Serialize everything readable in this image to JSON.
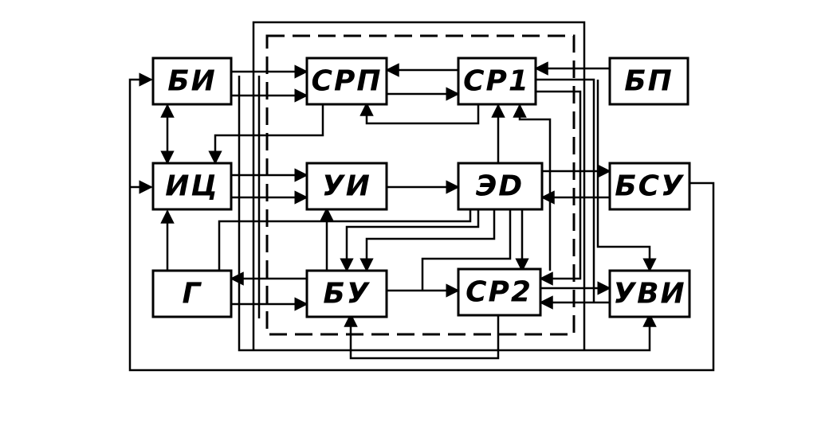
{
  "blocks": {
    "bi": "БИ",
    "srp": "СРП",
    "sr1": "СР1",
    "bp": "БП",
    "ic": "ИЦ",
    "ui": "УИ",
    "ed": "ЭD",
    "bsu": "БСУ",
    "g": "Г",
    "bu": "БУ",
    "sr2": "СР2",
    "uvi": "УВИ"
  },
  "colors": {
    "ink": "#000000",
    "paper": "#ffffff"
  }
}
